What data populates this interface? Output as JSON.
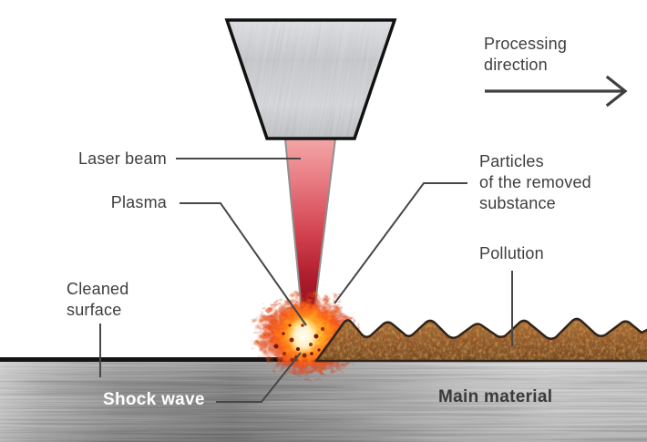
{
  "diagram": {
    "labels": {
      "laser_beam": "Laser beam",
      "plasma": "Plasma",
      "cleaned_surface": "Cleaned\nsurface",
      "shock_wave": "Shock wave",
      "particles": "Particles\nof the removed\nsubstance",
      "pollution": "Pollution",
      "main_material": "Main material",
      "processing_direction": "Processing\ndirection"
    }
  },
  "colors": {
    "label_text": "#3e3e3e",
    "label_bold_dark": "#3a3a3a",
    "label_on_metal": "#ffffff",
    "leader_line": "#474747",
    "laser_beam_top": "#f3a6a6",
    "laser_beam_bottom": "#8d0f1e",
    "plasma_core": "#fff7d9",
    "plasma_flame": "#ff8a1e",
    "rust_brown": "#9a5a26",
    "metal_light": "#cdcdcd",
    "metal_dark": "#7b7b7b",
    "head_metal": "#c9cbcf",
    "outline_black": "#111111"
  }
}
